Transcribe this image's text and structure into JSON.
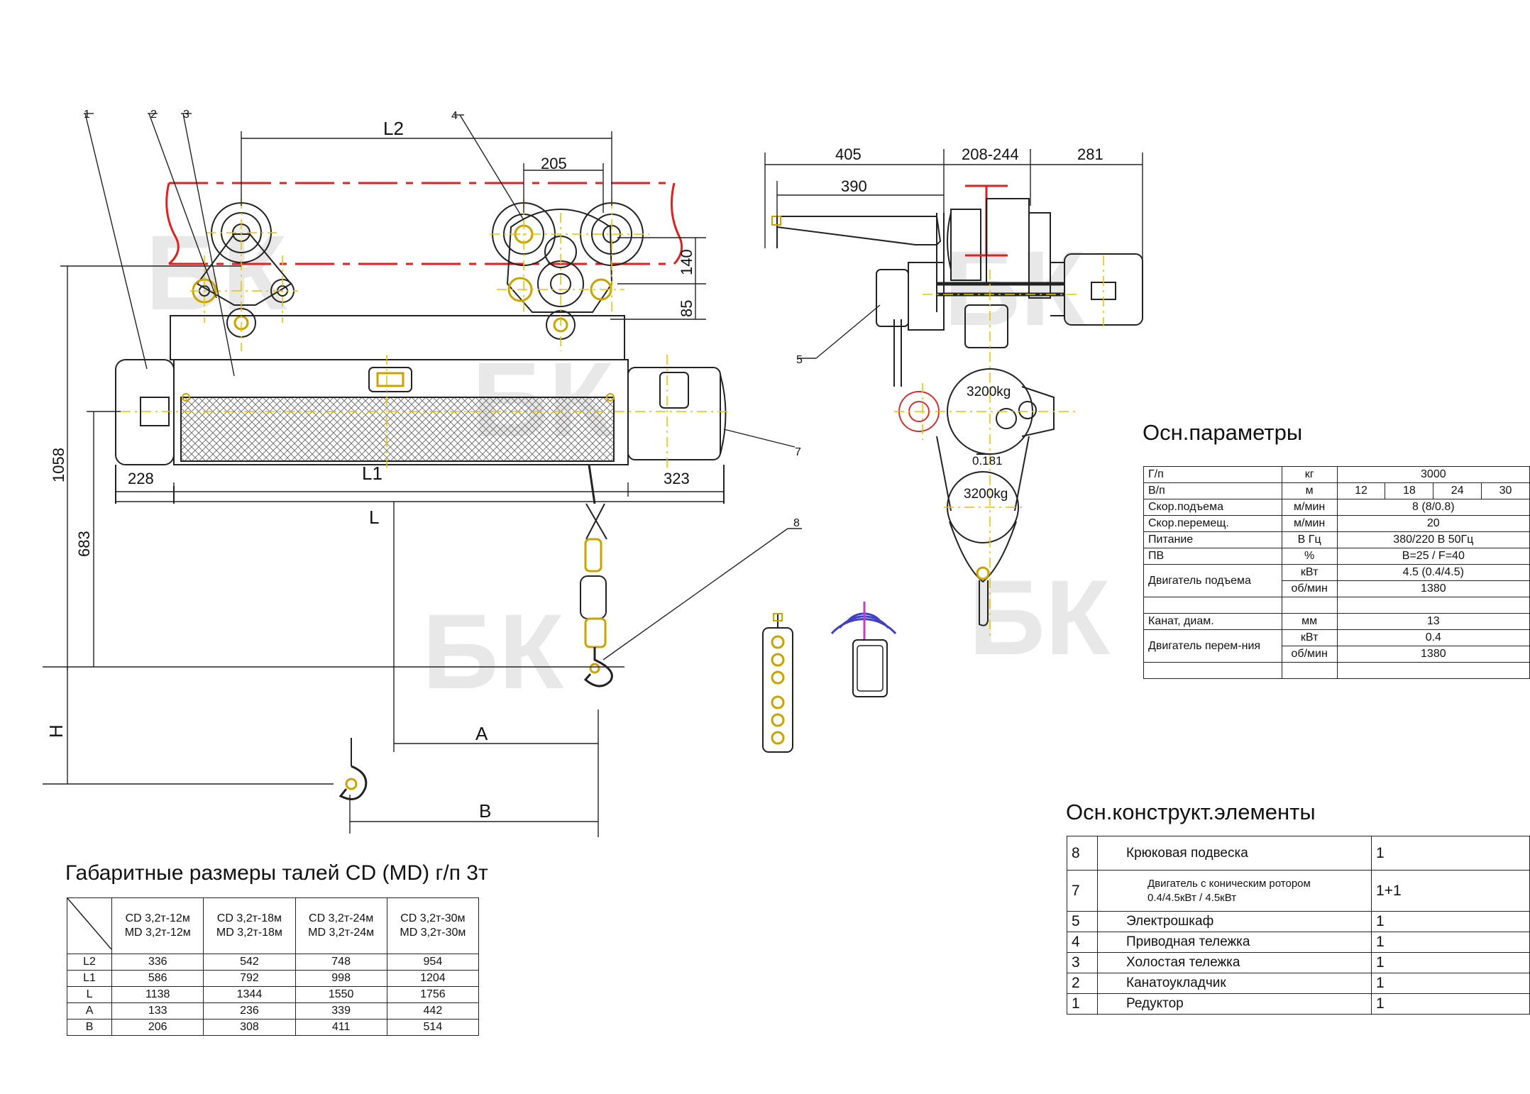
{
  "callouts": [
    "1",
    "2",
    "3",
    "4",
    "5",
    "7",
    "8"
  ],
  "dims": {
    "L2": "L2",
    "d205": "205",
    "d140": "140",
    "d85": "85",
    "d1058": "1058",
    "d683": "683",
    "d228": "228",
    "L1": "L1",
    "d323": "323",
    "L": "L",
    "H": "H",
    "A": "A",
    "B": "B",
    "d405": "405",
    "d208_244": "208-244",
    "d281": "281",
    "d390": "390",
    "load_upper": "3200kg",
    "load_lower": "3200kg",
    "d0181": "0.181"
  },
  "watermark": "БК",
  "params": {
    "title": "Осн.параметры",
    "rows": [
      {
        "name": "Г/п",
        "unit": "кг",
        "value": "3000"
      },
      {
        "name": "В/п",
        "unit": "м",
        "values": [
          "12",
          "18",
          "24",
          "30"
        ]
      },
      {
        "name": "Скор.подъема",
        "unit": "м/мин",
        "value": "8   (8/0.8)"
      },
      {
        "name": "Скор.перемещ.",
        "unit": "м/мин",
        "value": "20"
      },
      {
        "name": "Питание",
        "unit": "В   Гц",
        "value": "380/220 В       50Гц"
      },
      {
        "name": "ПВ",
        "unit": "%",
        "value": "В=25 / F=40"
      },
      {
        "name": "Двигатель подъема",
        "unit": "кВт",
        "value": "4.5    (0.4/4.5)"
      },
      {
        "name": "",
        "unit": "об/мин",
        "value": "1380"
      },
      {
        "name": "",
        "unit": "",
        "value": ""
      },
      {
        "name": "Канат, диам.",
        "unit": "мм",
        "value": "13"
      },
      {
        "name": "Двигатель перем-ния",
        "unit": "кВт",
        "value": "0.4"
      },
      {
        "name": "",
        "unit": "об/мин",
        "value": "1380"
      },
      {
        "name": "",
        "unit": "",
        "value": ""
      }
    ]
  },
  "elements": {
    "title": "Осн.конструкт.элементы",
    "rows": [
      {
        "num": "8",
        "name": "Крюковая подвеска",
        "qty": "1"
      },
      {
        "num": "7",
        "name": "Двигатель с коническим ротором",
        "name2": "0.4/4.5кВт / 4.5кВт",
        "qty": "1+1"
      },
      {
        "num": "5",
        "name": "Электрошкаф",
        "qty": "1"
      },
      {
        "num": "4",
        "name": "Приводная тележка",
        "qty": "1"
      },
      {
        "num": "3",
        "name": "Холостая тележка",
        "qty": "1"
      },
      {
        "num": "2",
        "name": "Канатоукладчик",
        "qty": "1"
      },
      {
        "num": "1",
        "name": "Редуктор",
        "qty": "1"
      }
    ]
  },
  "dimensions_table": {
    "title": "Габаритные размеры талей CD (MD) г/п 3т",
    "columns": [
      {
        "l1": "CD 3,2т-12м",
        "l2": "MD 3,2т-12м"
      },
      {
        "l1": "CD 3,2т-18м",
        "l2": "MD 3,2т-18м"
      },
      {
        "l1": "CD 3,2т-24м",
        "l2": "MD 3,2т-24м"
      },
      {
        "l1": "CD 3,2т-30м",
        "l2": "MD 3,2т-30м"
      }
    ],
    "rows": [
      {
        "label": "L2",
        "values": [
          "336",
          "542",
          "748",
          "954"
        ]
      },
      {
        "label": "L1",
        "values": [
          "586",
          "792",
          "998",
          "1204"
        ]
      },
      {
        "label": "L",
        "values": [
          "1138",
          "1344",
          "1550",
          "1756"
        ]
      },
      {
        "label": "A",
        "values": [
          "133",
          "236",
          "339",
          "442"
        ]
      },
      {
        "label": "B",
        "values": [
          "206",
          "308",
          "411",
          "514"
        ]
      }
    ]
  }
}
